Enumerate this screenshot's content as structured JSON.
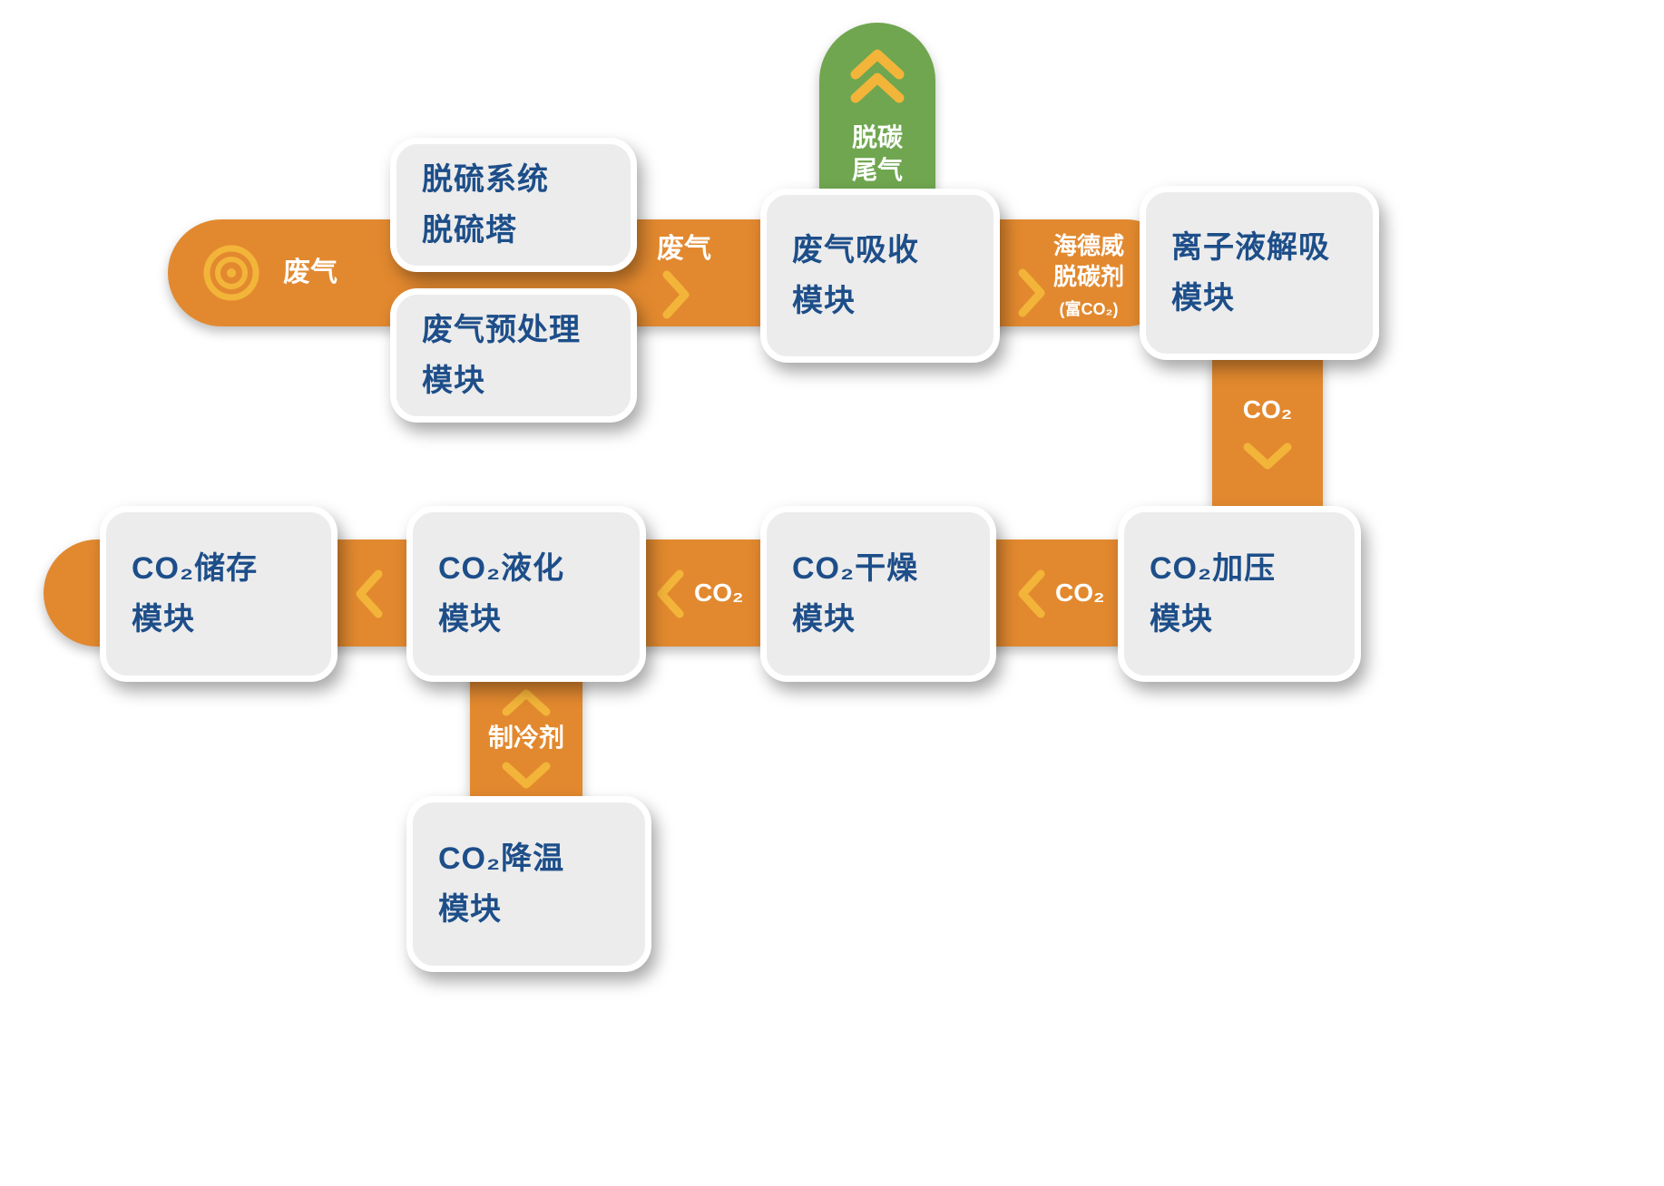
{
  "nodes": {
    "desulfurization": {
      "line1": "脱硫系统",
      "line2": "脱硫塔"
    },
    "pretreatment": {
      "line1": "废气预处理",
      "line2": "模块"
    },
    "absorption": {
      "line1": "废气吸收",
      "line2": "模块"
    },
    "desorption": {
      "line1": "离子液解吸",
      "line2": "模块"
    },
    "pressurization": {
      "line1": "CO₂加压",
      "line2": "模块"
    },
    "drying": {
      "line1": "CO₂干燥",
      "line2": "模块"
    },
    "liquefaction": {
      "line1": "CO₂液化",
      "line2": "模块"
    },
    "storage": {
      "line1": "CO₂储存",
      "line2": "模块"
    },
    "cooling": {
      "line1": "CO₂降温",
      "line2": "模块"
    }
  },
  "flows": {
    "source_label": "废气",
    "waste_gas": "废气",
    "tail_gas": {
      "line1": "脱碳",
      "line2": "尾气"
    },
    "agent": {
      "line1": "海德威",
      "line2": "脱碳剂",
      "line3": "(富CO₂)"
    },
    "co2_to_pressurization": "CO₂",
    "co2_to_drying": "CO₂",
    "co2_to_liquefaction": "CO₂",
    "refrigerant": "制冷剂"
  },
  "colors": {
    "orange": "#E2892F",
    "green": "#6FA64F",
    "yellow": "#F3B43A",
    "box_background": "#ECECEC",
    "box_text": "#1D4E89"
  }
}
